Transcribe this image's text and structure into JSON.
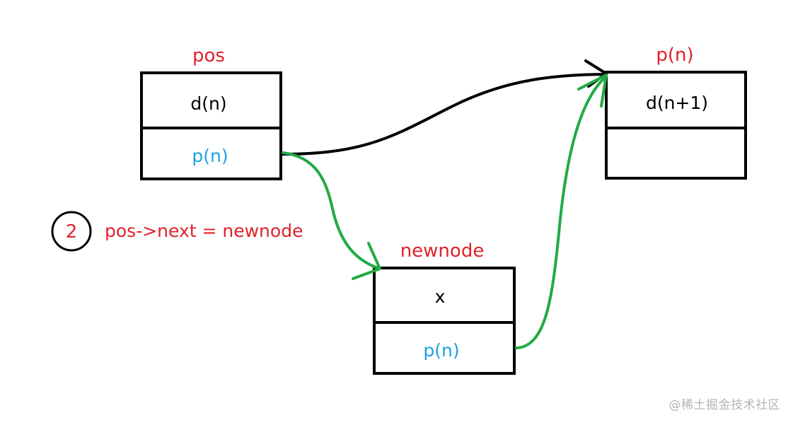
{
  "colors": {
    "label_red": "#e0212b",
    "pointer_blue": "#1da1e0",
    "line_black": "#000000",
    "arrow_green": "#22aa44",
    "watermark_gray": "#b4b4b4"
  },
  "nodes": {
    "pos": {
      "label": "pos",
      "data": "d(n)",
      "pointer": "p(n)"
    },
    "next": {
      "label": "p(n)",
      "data": "d(n+1)",
      "pointer": ""
    },
    "newnode": {
      "label": "newnode",
      "data": "x",
      "pointer": "p(n)"
    }
  },
  "step": {
    "number": "2",
    "text": "pos->next = newnode"
  },
  "watermark": "@稀土掘金技术社区"
}
